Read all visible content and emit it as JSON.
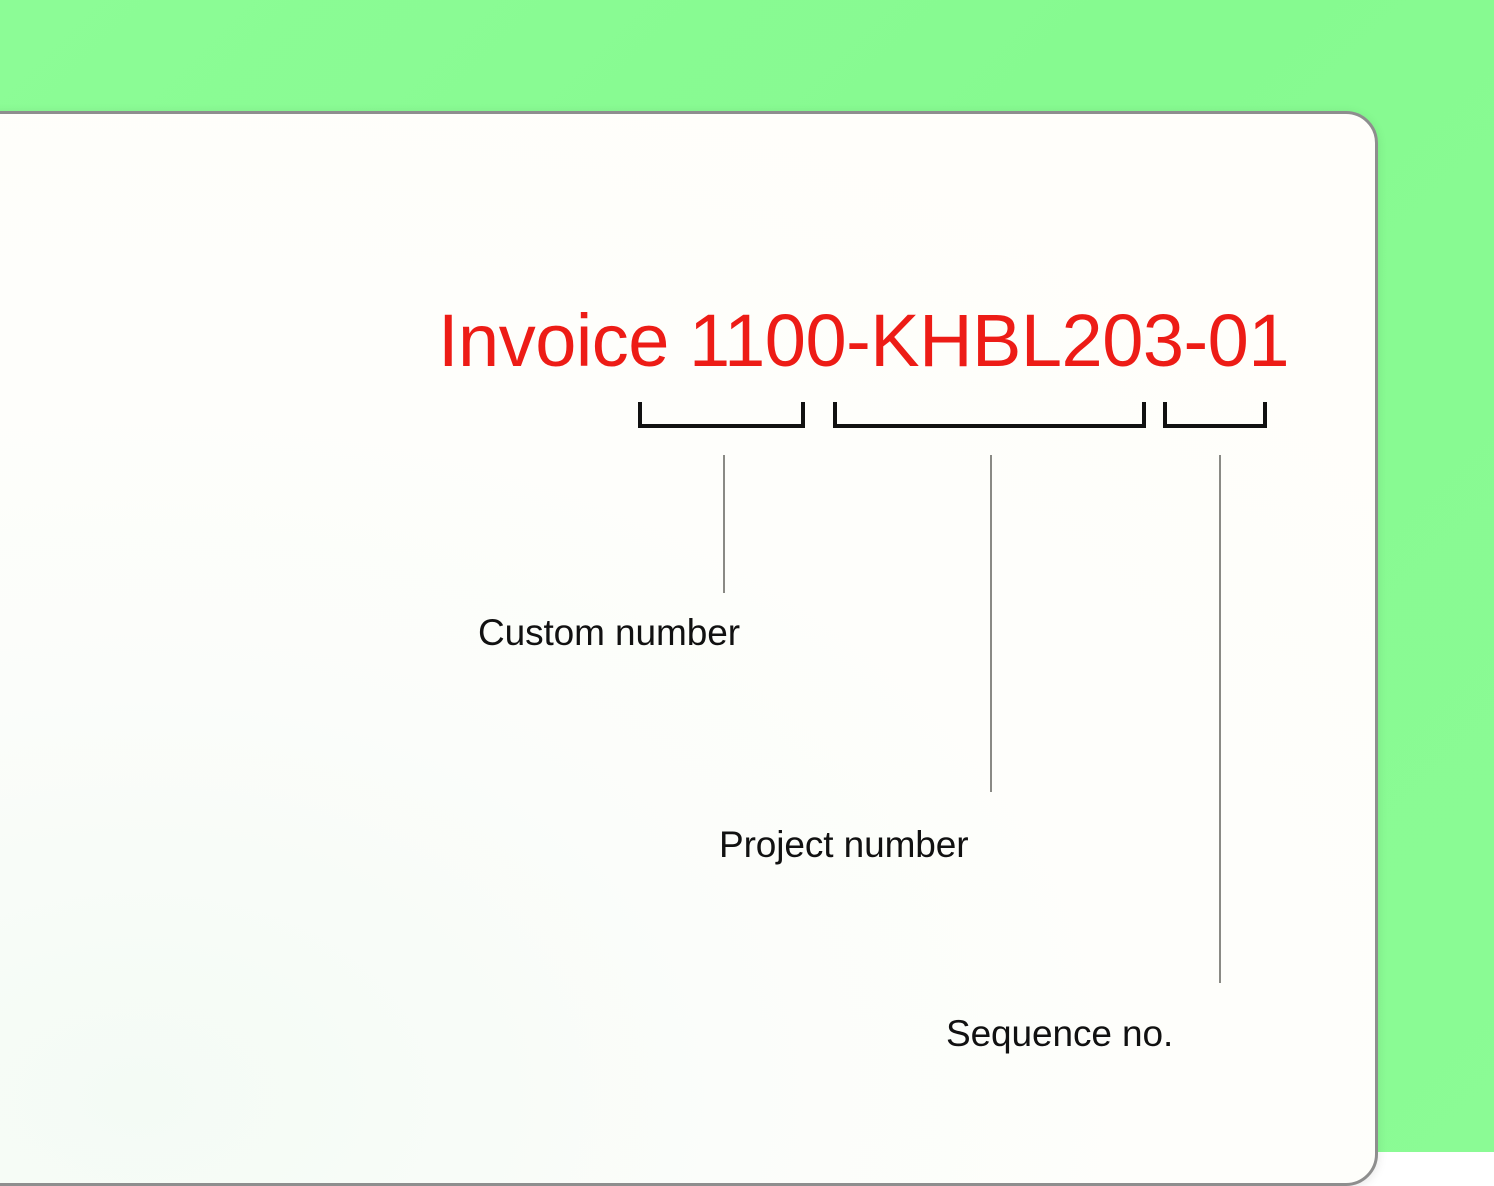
{
  "background": {
    "color": "#88FA92"
  },
  "card": {
    "name": "invoice-numbering-diagram-card",
    "background_color": "#FEFEFB",
    "border_color": "#8E8E8E"
  },
  "headline": {
    "color": "#ED1C16",
    "prefix": "Invoice",
    "number": "1100-KHBL203-01",
    "full_text": "Invoice 1100-KHBL203-01",
    "segments": [
      {
        "key": "custom",
        "text": "1100"
      },
      {
        "key": "sep1",
        "text": "-"
      },
      {
        "key": "project",
        "text": "KHBL203"
      },
      {
        "key": "sep2",
        "text": "-"
      },
      {
        "key": "sequence",
        "text": "01"
      }
    ]
  },
  "annotations": {
    "line_color": "#8A8A85",
    "bracket_color": "#111111",
    "items": [
      {
        "key": "custom",
        "label": "Custom number",
        "segment_value": "1100"
      },
      {
        "key": "project",
        "label": "Project number",
        "segment_value": "KHBL203"
      },
      {
        "key": "sequence",
        "label": "Sequence no.",
        "segment_value": "01"
      }
    ]
  }
}
